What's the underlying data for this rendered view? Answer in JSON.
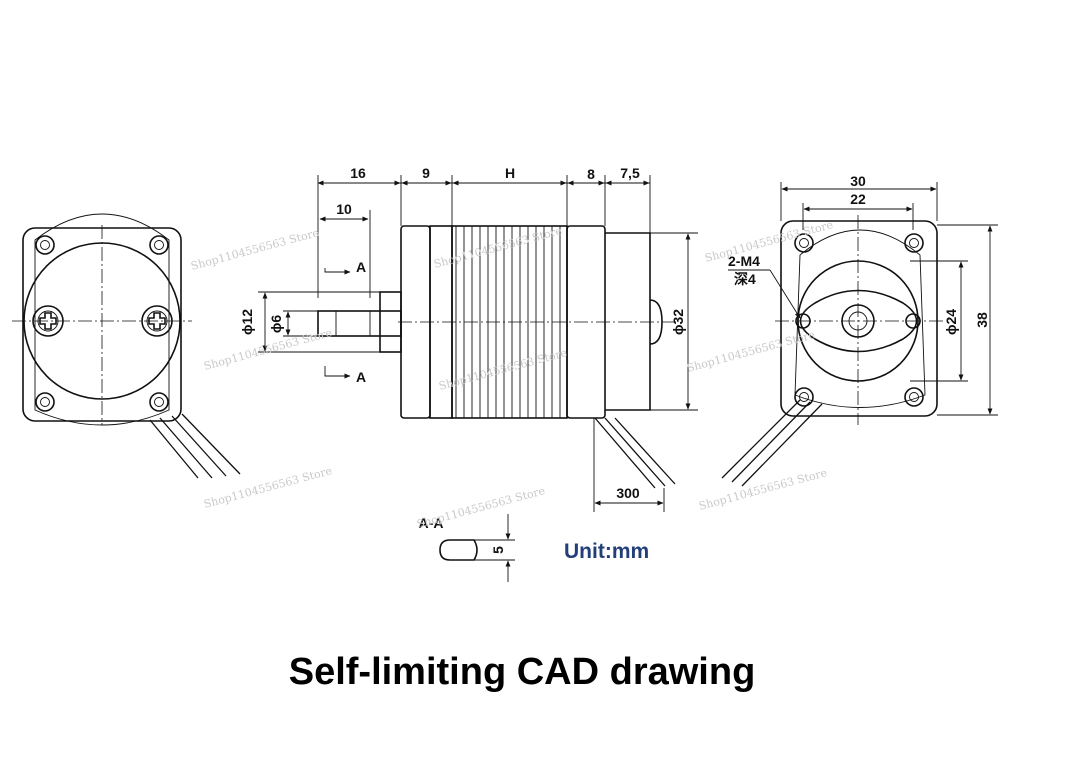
{
  "title": "Self-limiting CAD drawing",
  "unit_label": "Unit:mm",
  "watermark": "Shop1104556563 Store",
  "section": {
    "label": "A-A",
    "mark": "A",
    "flat_width": "5"
  },
  "side_view": {
    "dims_top": [
      "16",
      "9",
      "H",
      "8",
      "7,5"
    ],
    "shaft_length": "10",
    "shaft_flange_dia": "ϕ12",
    "shaft_dia": "ϕ6",
    "body_dia": "ϕ32",
    "lead_length": "300"
  },
  "end_view": {
    "width_outer": "30",
    "width_inner": "22",
    "mount_hole_label": "2-M4",
    "mount_hole_depth": "深4",
    "pilot_dia": "ϕ24",
    "height": "38"
  }
}
